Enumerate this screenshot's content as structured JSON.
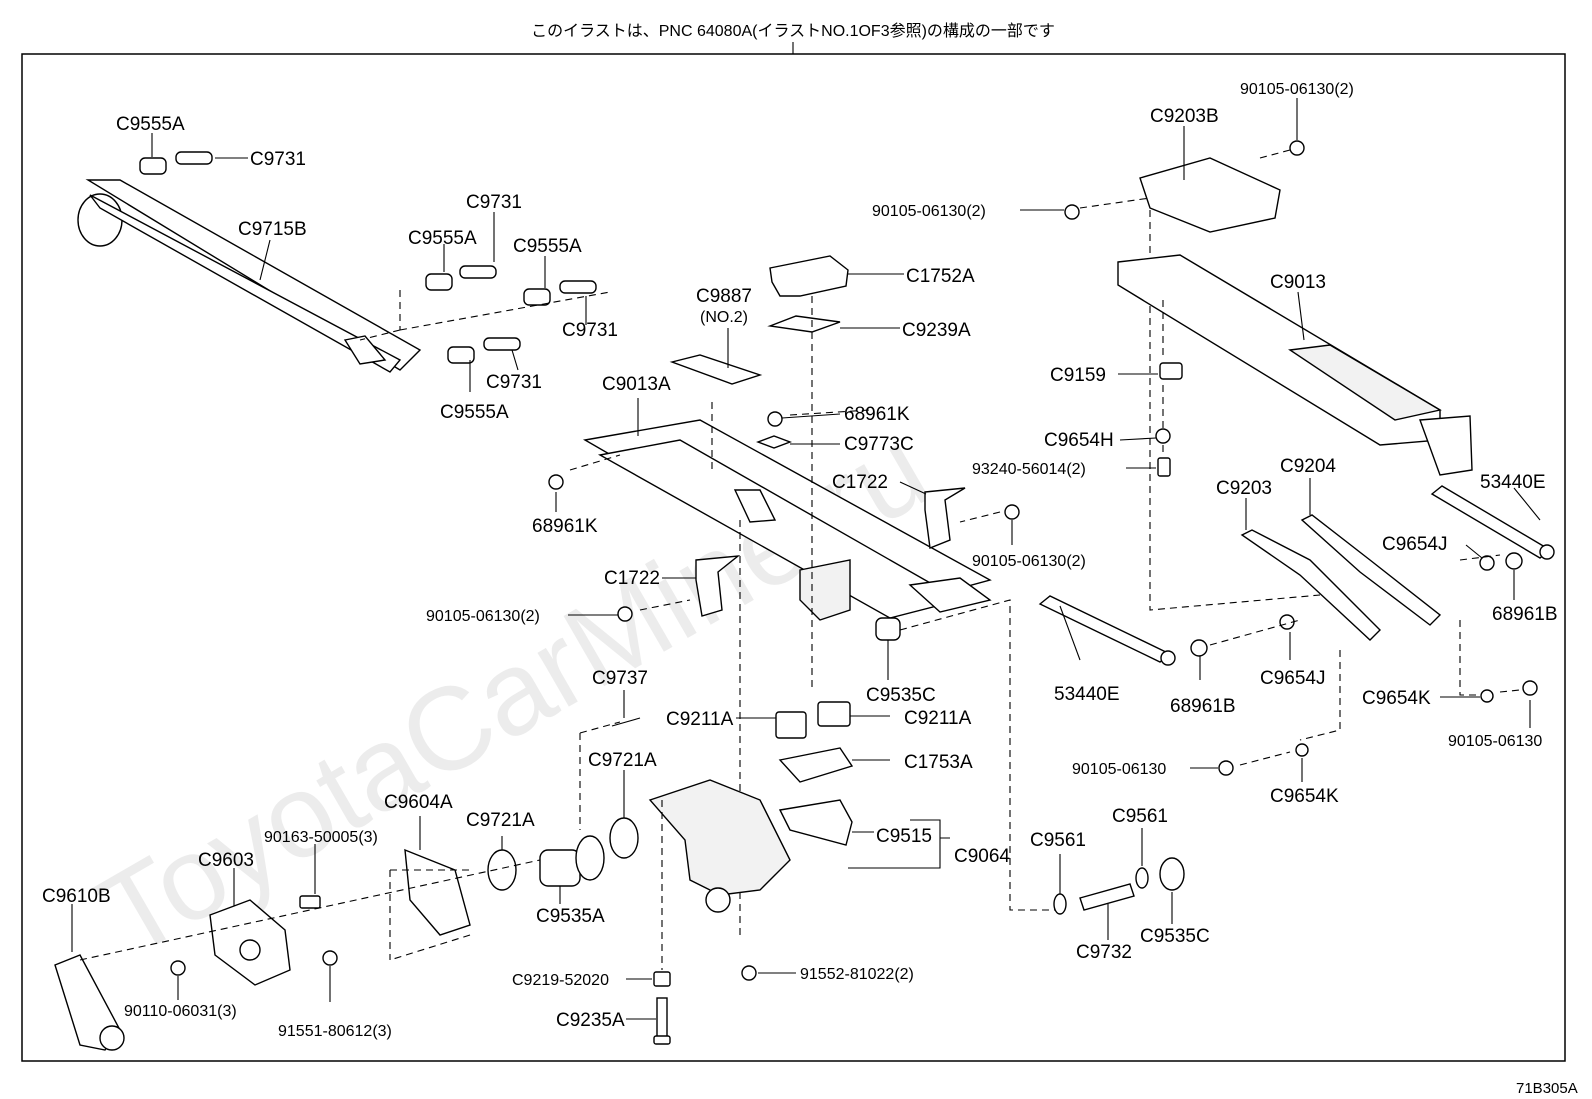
{
  "header_note": "このイラストは、PNC 64080A(イラストNO.1OF3参照)の構成の一部です",
  "figure_code": "71B305A",
  "watermark": "ToyotaCarMine.ru",
  "labels": {
    "c9555a_1": "C9555A",
    "c9731_1": "C9731",
    "c9715b": "C9715B",
    "c9731_2": "C9731",
    "c9555a_2": "C9555A",
    "c9555a_3": "C9555A",
    "c9731_3": "C9731",
    "c9731_4": "C9731",
    "c9555a_4": "C9555A",
    "c9887": "C9887",
    "c9887_sub": "(NO.2)",
    "c9013a": "C9013A",
    "c1752a": "C1752A",
    "c9239a": "C9239A",
    "p68961k_1": "68961K",
    "c9773c": "C9773C",
    "p68961k_2": "68961K",
    "c1722_1": "C1722",
    "c1722_2": "C1722",
    "p90105_06130_2a": "90105-06130(2)",
    "p90105_06130_2b": "90105-06130(2)",
    "p90105_06130_2c": "90105-06130(2)",
    "p90105_06130_2d": "90105-06130(2)",
    "c9203b": "C9203B",
    "c9013": "C9013",
    "c9159": "C9159",
    "c9654h": "C9654H",
    "p93240": "93240-56014(2)",
    "c9203": "C9203",
    "c9204": "C9204",
    "p53440e_1": "53440E",
    "c9654j_1": "C9654J",
    "p68961b_1": "68961B",
    "c9535c_1": "C9535C",
    "p53440e_2": "53440E",
    "p68961b_2": "68961B",
    "c9654j_2": "C9654J",
    "c9654k_1": "C9654K",
    "p90105_06130_a": "90105-06130",
    "p90105_06130_b": "90105-06130",
    "c9654k_2": "C9654K",
    "c9737": "C9737",
    "c9211a_1": "C9211A",
    "c9211a_2": "C9211A",
    "c1753a": "C1753A",
    "c9721a_1": "C9721A",
    "c9604a": "C9604A",
    "c9721a_2": "C9721A",
    "c9515": "C9515",
    "c9064": "C9064",
    "p90163": "90163-50005(3)",
    "c9603": "C9603",
    "c9535a": "C9535A",
    "c9610b": "C9610B",
    "c9561_1": "C9561",
    "c9561_2": "C9561",
    "c9732": "C9732",
    "c9535c_2": "C9535C",
    "p90110": "90110-06031(3)",
    "p91551": "91551-80612(3)",
    "c9219": "C9219-52020",
    "p91552": "91552-81022(2)",
    "c9235a": "C9235A"
  }
}
